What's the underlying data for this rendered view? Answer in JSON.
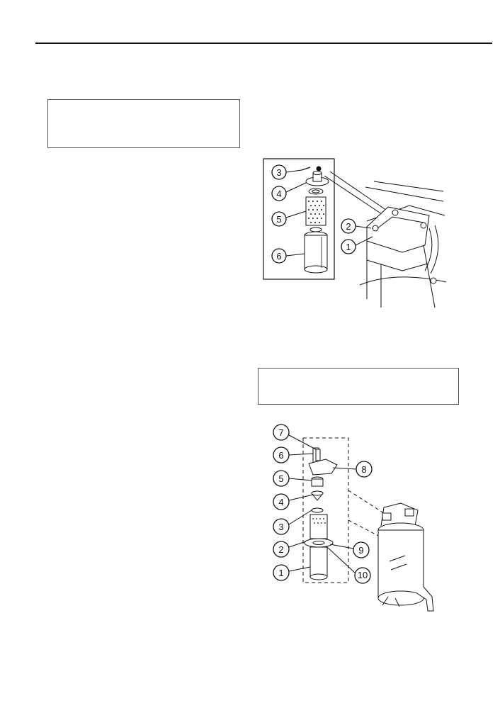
{
  "figure1": {
    "callouts": [
      "1",
      "2",
      "3",
      "4",
      "5",
      "6"
    ]
  },
  "figure2": {
    "callouts": [
      "1",
      "2",
      "3",
      "4",
      "5",
      "6",
      "7",
      "8",
      "9",
      "10"
    ]
  }
}
